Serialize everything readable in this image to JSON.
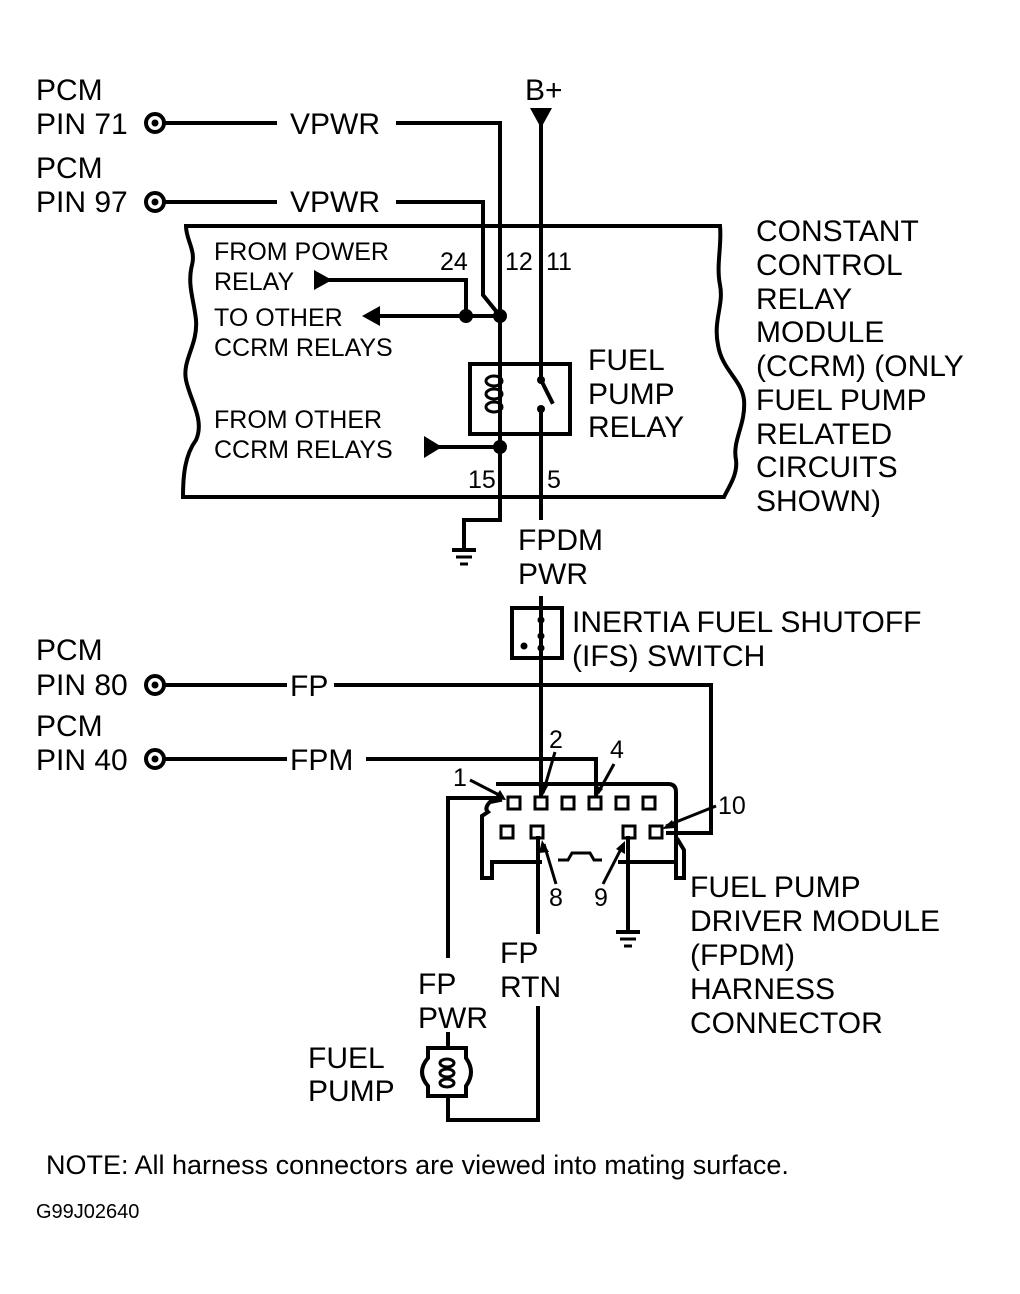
{
  "colors": {
    "ink": "#000000",
    "background": "#ffffff"
  },
  "pcm_inputs": [
    {
      "module": "PCM",
      "pin": "PIN 71",
      "circuit": "VPWR"
    },
    {
      "module": "PCM",
      "pin": "PIN 97",
      "circuit": "VPWR"
    },
    {
      "module": "PCM",
      "pin": "PIN 80",
      "circuit": "FP"
    },
    {
      "module": "PCM",
      "pin": "PIN 40",
      "circuit": "FPM"
    }
  ],
  "battery": {
    "label": "B+"
  },
  "ccrm": {
    "title_lines": [
      "CONSTANT",
      "CONTROL",
      "RELAY",
      "MODULE",
      "(CCRM) (ONLY",
      "FUEL PUMP",
      "RELATED",
      "CIRCUITS",
      "SHOWN)"
    ],
    "from_power_relay": [
      "FROM POWER",
      "RELAY"
    ],
    "to_other_relays": [
      "TO OTHER",
      "CCRM RELAYS"
    ],
    "from_other_relays": [
      "FROM OTHER",
      "CCRM RELAYS"
    ],
    "pins": {
      "p24": "24",
      "p12": "12",
      "p11": "11",
      "p15": "15",
      "p5": "5"
    },
    "relay_label": [
      "FUEL",
      "PUMP",
      "RELAY"
    ]
  },
  "fpdm_pwr": [
    "FPDM",
    "PWR"
  ],
  "ifs_switch": [
    "INERTIA FUEL SHUTOFF",
    "(IFS) SWITCH"
  ],
  "connector": {
    "pin_labels": {
      "p1": "1",
      "p2": "2",
      "p4": "4",
      "p8": "8",
      "p9": "9",
      "p10": "10"
    },
    "title_lines": [
      "FUEL PUMP",
      "DRIVER MODULE",
      "(FPDM)",
      "HARNESS",
      "CONNECTOR"
    ]
  },
  "fp_pwr": [
    "FP",
    "PWR"
  ],
  "fp_rtn": [
    "FP",
    "RTN"
  ],
  "fuel_pump": [
    "FUEL",
    "PUMP"
  ],
  "note": "NOTE:  All harness connectors are viewed into mating surface.",
  "figure_code": "G99J02640"
}
